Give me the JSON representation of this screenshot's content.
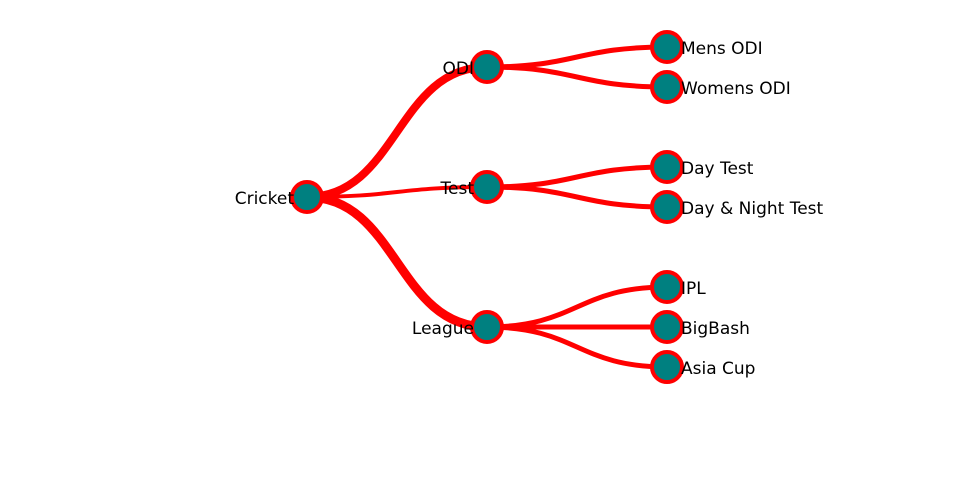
{
  "tree": {
    "name": "Cricket",
    "children": [
      {
        "name": "ODI",
        "children": [
          {
            "name": "Mens ODI"
          },
          {
            "name": "Womens ODI"
          }
        ]
      },
      {
        "name": "Test",
        "children": [
          {
            "name": "Day Test"
          },
          {
            "name": "Day & Night Test"
          }
        ]
      },
      {
        "name": "League",
        "children": [
          {
            "name": "IPL"
          },
          {
            "name": "BigBash"
          },
          {
            "name": "Asia Cup"
          }
        ]
      }
    ]
  },
  "colors": {
    "link": "#ff0000",
    "node_fill": "#008080",
    "node_stroke": "#ff0000"
  }
}
